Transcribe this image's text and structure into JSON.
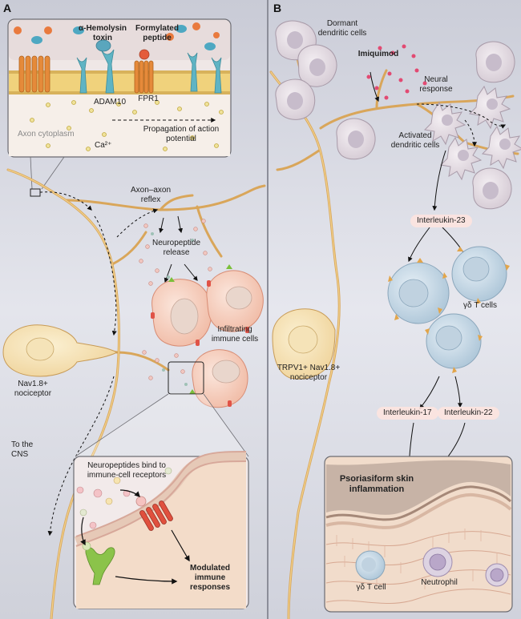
{
  "panel_a": {
    "letter": "A",
    "alpha_hemolysin": "α-Hemolysin toxin",
    "formylated_peptide": "Formylated peptide",
    "fpr1": "FPR1",
    "adam10": "ADAM10",
    "axon_cytoplasm": "Axon cytoplasm",
    "propagation": "Propagation of action potential",
    "ca": "Ca²⁺",
    "axon_reflex": "Axon–axon reflex",
    "neuropeptide_release": "Neuropeptide release",
    "infiltrating": "Infiltrating immune cells",
    "nociceptor": "Nav1.8+ nociceptor",
    "to_cns": "To the CNS",
    "bind_receptors": "Neuropeptides bind to immune-cell receptors",
    "modulated": "Modulated immune responses"
  },
  "panel_b": {
    "letter": "B",
    "dormant": "Dormant dendritic cells",
    "imiquimod": "Imiquimod",
    "neural_response": "Neural response",
    "activated": "Activated dendritic cells",
    "il23": "Interleukin-23",
    "gd_t_cells": "γδ T cells",
    "nociceptor": "TRPV1+ Nav1.8+ nociceptor",
    "il17": "Interleukin-17",
    "il22": "Interleukin-22",
    "psoriasiform": "Psoriasiform skin inflammation",
    "gd_t_cell": "γδ T cell",
    "neutrophil": "Neutrophil"
  }
}
